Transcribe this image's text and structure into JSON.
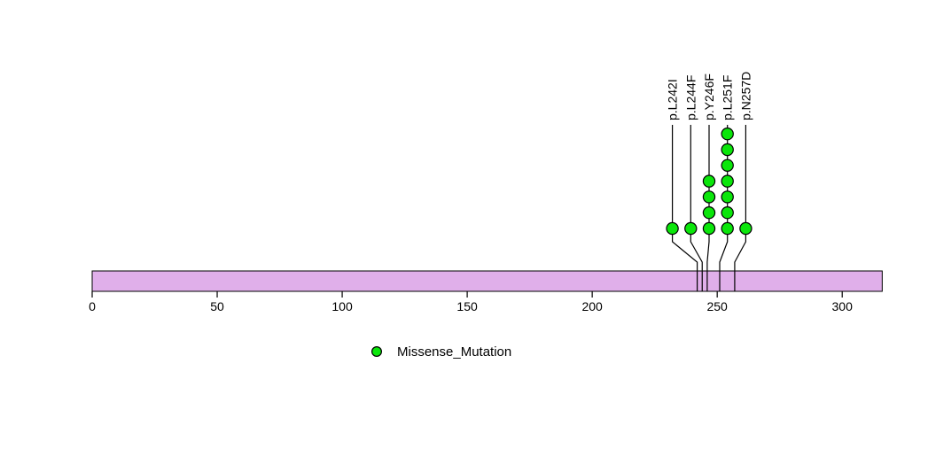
{
  "chart_data": {
    "type": "lollipop",
    "title": "",
    "xlabel": "",
    "ylabel": "",
    "axis": {
      "ticks": [
        0,
        50,
        100,
        150,
        200,
        250,
        300
      ],
      "xlim": [
        0,
        316
      ],
      "grid": false
    },
    "protein_bar": {
      "start": 0,
      "end": 316,
      "fill_color": "#E0AFEA",
      "border_color": "#000000"
    },
    "mutations": [
      {
        "label": "p.L242I",
        "position": 242,
        "count": 1
      },
      {
        "label": "p.L244F",
        "position": 244,
        "count": 1
      },
      {
        "label": "p.Y246F",
        "position": 246,
        "count": 4
      },
      {
        "label": "p.L251F",
        "position": 251,
        "count": 7
      },
      {
        "label": "p.N257D",
        "position": 257,
        "count": 1
      }
    ],
    "marker": {
      "fill_color": "#0BE60B",
      "border_color": "#000000"
    },
    "legend": [
      {
        "label": "Missense_Mutation",
        "color": "#0BE60B"
      }
    ],
    "legend_position": "bottom"
  }
}
